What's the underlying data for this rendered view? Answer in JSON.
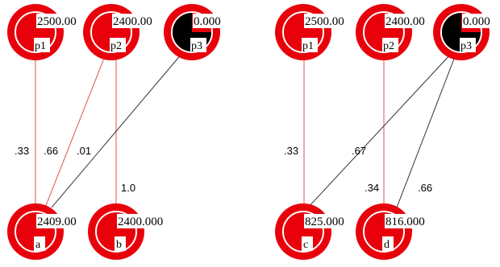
{
  "colors": {
    "node_fill": "#e8000b",
    "node_ring": "#ffffff",
    "node_inner": "#d40008",
    "label_box": "#ffffff",
    "red_edge": "#e05050",
    "black_edge": "#333333",
    "black_sector": "#000000"
  },
  "left": {
    "nodes": {
      "p1": {
        "id": "p1",
        "value": "2500.00"
      },
      "p2": {
        "id": "p2",
        "value": "2400.00"
      },
      "p3": {
        "id": "p3",
        "value": "0.000"
      },
      "a": {
        "id": "a",
        "value": "2409.00"
      },
      "b": {
        "id": "b",
        "value": "2400.000"
      }
    },
    "weights": {
      "p1_a": ".33",
      "p2_a_left": ".66",
      "p2_a_right": ".01",
      "p2_b": "1.0"
    }
  },
  "right": {
    "nodes": {
      "p1": {
        "id": "p1",
        "value": "2500.00"
      },
      "p2": {
        "id": "p2",
        "value": "2400.00"
      },
      "p3": {
        "id": "p3",
        "value": "0.000"
      },
      "c": {
        "id": "c",
        "value": "825.000"
      },
      "d": {
        "id": "d",
        "value": "816.000"
      }
    },
    "weights": {
      "p1_c": ".33",
      "p3_c": ".67",
      "p2_d": ".34",
      "p3_d": ".66"
    }
  }
}
